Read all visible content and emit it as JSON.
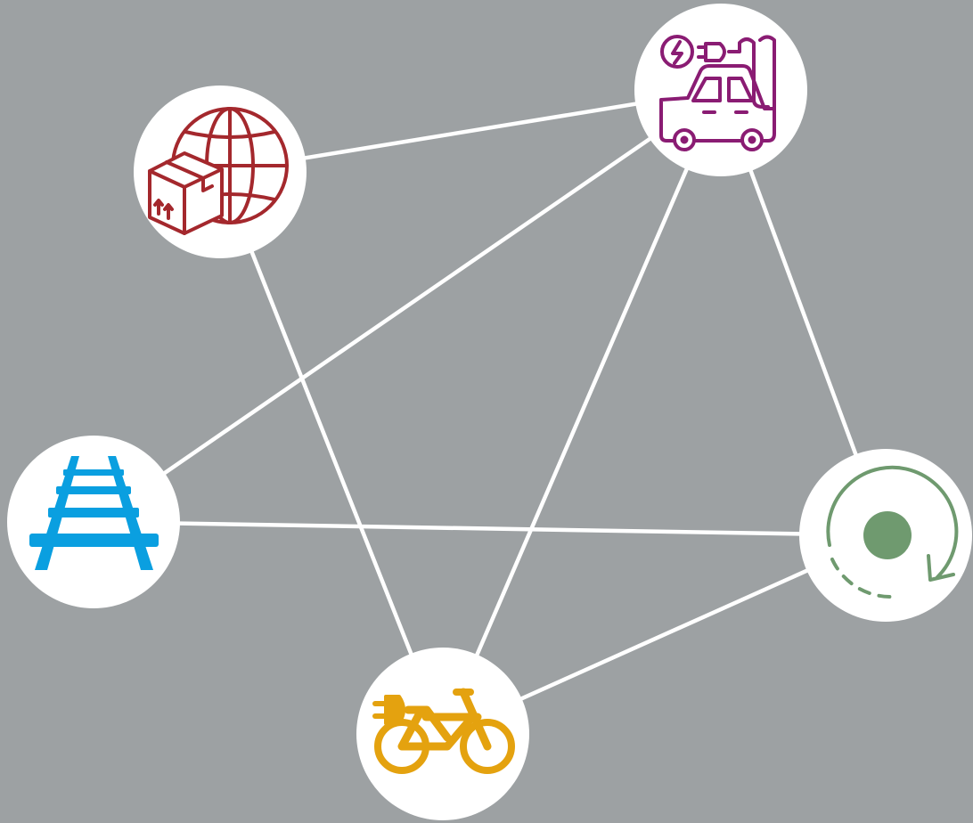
{
  "diagram": {
    "background_color": "#9da1a3",
    "line_color": "#ffffff",
    "nodes": [
      {
        "id": "global-logistics",
        "icon": "globe-with-parcel-icon",
        "color": "#a4282d"
      },
      {
        "id": "electric-vehicle",
        "icon": "electric-van-charging-icon",
        "color": "#8a1c73"
      },
      {
        "id": "rail",
        "icon": "railway-track-icon",
        "color": "#0a9fe0"
      },
      {
        "id": "circularity",
        "icon": "circular-arrow-dot-icon",
        "color": "#6f9a6f"
      },
      {
        "id": "e-bike",
        "icon": "electric-bicycle-icon",
        "color": "#e4a20f"
      }
    ],
    "edges": [
      [
        "global-logistics",
        "electric-vehicle"
      ],
      [
        "global-logistics",
        "e-bike"
      ],
      [
        "electric-vehicle",
        "rail"
      ],
      [
        "electric-vehicle",
        "e-bike"
      ],
      [
        "electric-vehicle",
        "circularity"
      ],
      [
        "rail",
        "circularity"
      ],
      [
        "e-bike",
        "circularity"
      ]
    ]
  }
}
